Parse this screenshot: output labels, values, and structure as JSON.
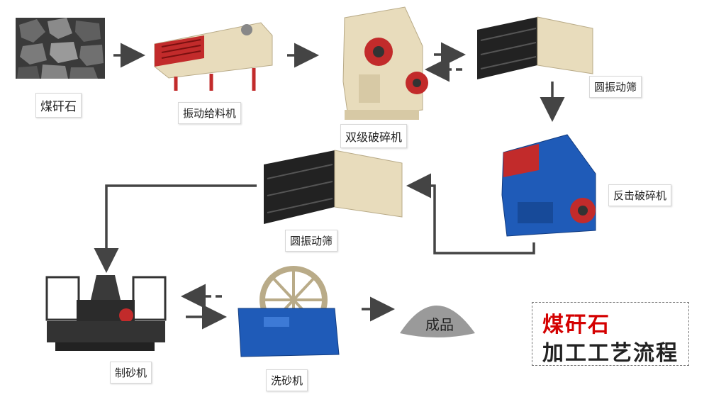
{
  "steps": {
    "coal_gangue": "煤矸石",
    "vibrating_feeder": "振动给料机",
    "double_crusher": "双级破碎机",
    "vibrating_screen_1": "圆振动筛",
    "impact_crusher": "反击破碎机",
    "vibrating_screen_2": "圆振动筛",
    "sand_maker": "制砂机",
    "sand_washer": "洗砂机",
    "product": "成品"
  },
  "title": {
    "line1": "煤矸石",
    "line2": "加工工艺流程"
  },
  "colors": {
    "accent_red": "#d40000",
    "arrow": "#444444",
    "machine_beige": "#e8dcbc",
    "machine_blue": "#1f5bb8",
    "product_gray": "#9a9a9a"
  }
}
